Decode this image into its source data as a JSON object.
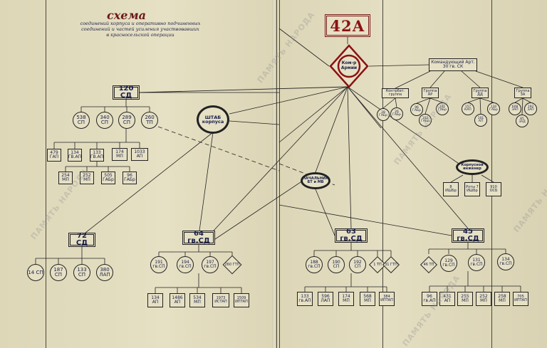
{
  "title": "схема",
  "subtitle": [
    "соединений корпуса и оперативно подчиненных",
    "соединений и частей усиления участвовавших",
    "в красносельской операции"
  ],
  "hq": "42А",
  "commander": [
    "Ком-р",
    "Армии"
  ],
  "watermark": "ПАМЯТЬ НАРОДА",
  "colors": {
    "paper": "#e2dcbf",
    "ink": "#1a1f4a",
    "line": "#222222",
    "red": "#8a1212"
  },
  "nodes": {
    "cmd30": "Командующий Арт. 30 гв. СК",
    "kontrbat": "Контрбат. группа",
    "gr_ar": "Группа АР",
    "gr_dd": "Группа ДД",
    "gr_za": "Группа ЗА",
    "kb_a": "28 ГАБр",
    "kb_b": "26 ГАБр",
    "ar_a": "96 ГАБр",
    "ar_b": "101 ГАБр",
    "ar_c": "102 ГАБр",
    "dd_a": "157 КАП",
    "dd_b": "120 ГАБр",
    "dd_c": "101 АП",
    "za_a": "608 ЗАП",
    "za_b": "192 ЗАП",
    "za_c": "85 ЗАД",
    "eng": "Корпусной инженер",
    "eng_a": "8 ИШБр",
    "eng_b": "Роты 7 ИШБр",
    "eng_c": "910 ОСБ",
    "shtab": "ШТАБ корпуса",
    "nach": "НАЧАЛЬНИК БТ и МВ",
    "d120": "120 СД",
    "d120_c1": "538 СП",
    "d120_c2": "340 СП",
    "d120_c3": "289 СП",
    "d120_c4": "260 ТП",
    "d120_r1": [
      "479 ГАП",
      "134 ГВ.АП",
      "133 ГВ.АП",
      "174 МП",
      "1033 АП"
    ],
    "d120_r2": [
      "254 МП",
      "252 МП",
      "505 ГАБр",
      "96 ГАБр"
    ],
    "d72": "72 СД",
    "d72_c": [
      "14 СП",
      "187 СП",
      "133 СП",
      "380 ЛАП"
    ],
    "d64": "64 гв.СД",
    "d64_c": [
      "191 гв.СП",
      "194 гв.СП",
      "197 гв.СП"
    ],
    "d64_dia": "260 ГТП",
    "d64_r": [
      "134 АП",
      "1486 АП",
      "534 МП",
      "1973 ИСТАП",
      "1509 ИПТАП"
    ],
    "d63": "63 гв.СД",
    "d63_c": [
      "188 гв.СП",
      "190 СП",
      "192 СП"
    ],
    "d63_dia": [
      "1 ТП",
      "31 ГТП"
    ],
    "d63_r": [
      "133 гв.АП",
      "596 ЛАП",
      "174 МП",
      "568 МП",
      "384 ИПТАП"
    ],
    "d45": "45 гв.СД",
    "d45_dia": "46 ТП",
    "d45_c": [
      "129 гв.СП",
      "131 гв.СП",
      "134 гв.СП"
    ],
    "d45_r": [
      "96 гв.АП",
      "431 АП",
      "255 МП",
      "252 МП",
      "258 МП",
      "705 ИПТАП"
    ]
  }
}
